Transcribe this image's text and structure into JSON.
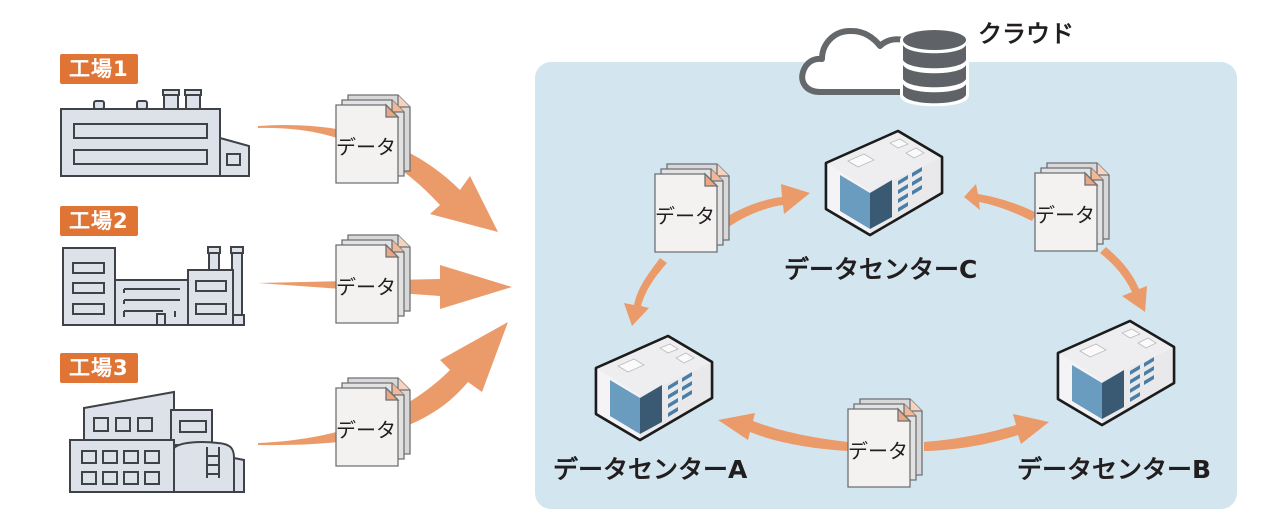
{
  "colors": {
    "accent_orange": "#e07434",
    "arrow_orange": "#eb9a6a",
    "panel_bg": "#d3e6f0",
    "building_fill": "#dde2ea",
    "building_stroke": "#3f4348",
    "cloud_stroke": "#65686b",
    "db_fill": "#5f6266",
    "label_text": "#221e1f"
  },
  "factories": [
    {
      "label": "工場1",
      "icon": "factory-icon"
    },
    {
      "label": "工場2",
      "icon": "factory-icon"
    },
    {
      "label": "工場3",
      "icon": "factory-icon"
    }
  ],
  "documents": {
    "label": "データ",
    "items": [
      {
        "id": "factory1-data"
      },
      {
        "id": "factory2-data"
      },
      {
        "id": "factory3-data"
      },
      {
        "id": "c-to-a-data"
      },
      {
        "id": "b-to-c-data"
      },
      {
        "id": "a-b-data"
      }
    ]
  },
  "cloud": {
    "label": "クラウド",
    "icons": [
      "cloud-icon",
      "database-icon"
    ]
  },
  "data_centers": [
    {
      "id": "A",
      "label": "データセンターA"
    },
    {
      "id": "B",
      "label": "データセンターB"
    },
    {
      "id": "C",
      "label": "データセンターC"
    }
  ],
  "flows": [
    {
      "from": "工場1",
      "to": "クラウド"
    },
    {
      "from": "工場2",
      "to": "クラウド"
    },
    {
      "from": "工場3",
      "to": "クラウド"
    },
    {
      "from": "データセンターC",
      "to": "データセンターA"
    },
    {
      "from": "データセンターA",
      "to": "データセンターC"
    },
    {
      "from": "データセンターB",
      "to": "データセンターC"
    },
    {
      "from": "データセンターC",
      "to": "データセンターB"
    },
    {
      "from": "データセンターA",
      "to": "データセンターB"
    },
    {
      "from": "データセンターB",
      "to": "データセンターA"
    }
  ]
}
